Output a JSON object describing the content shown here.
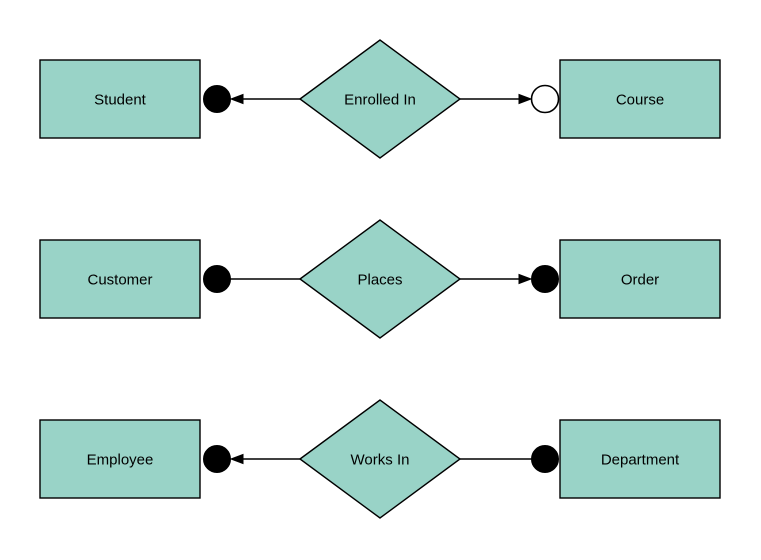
{
  "diagram": {
    "type": "entity-relationship-diagram",
    "background": "#ffffff",
    "colors": {
      "shape_fill": "#99d3c7",
      "shape_stroke": "#000000",
      "connector": "#000000",
      "terminal_filled": "#000000",
      "terminal_open_fill": "#ffffff",
      "label_text": "#000000"
    },
    "rows": [
      {
        "left_entity": "Student",
        "relationship": "Enrolled In",
        "right_entity": "Course",
        "left_terminal": "filled-circle",
        "left_arrowhead": "points-toward-left-entity",
        "right_terminal": "open-circle",
        "right_arrowhead": "points-toward-right-entity"
      },
      {
        "left_entity": "Customer",
        "relationship": "Places",
        "right_entity": "Order",
        "left_terminal": "filled-circle",
        "left_arrowhead": "none",
        "right_terminal": "filled-circle",
        "right_arrowhead": "points-toward-right-entity"
      },
      {
        "left_entity": "Employee",
        "relationship": "Works In",
        "right_entity": "Department",
        "left_terminal": "filled-circle",
        "left_arrowhead": "points-toward-left-entity",
        "right_terminal": "filled-circle",
        "right_arrowhead": "none"
      }
    ]
  }
}
